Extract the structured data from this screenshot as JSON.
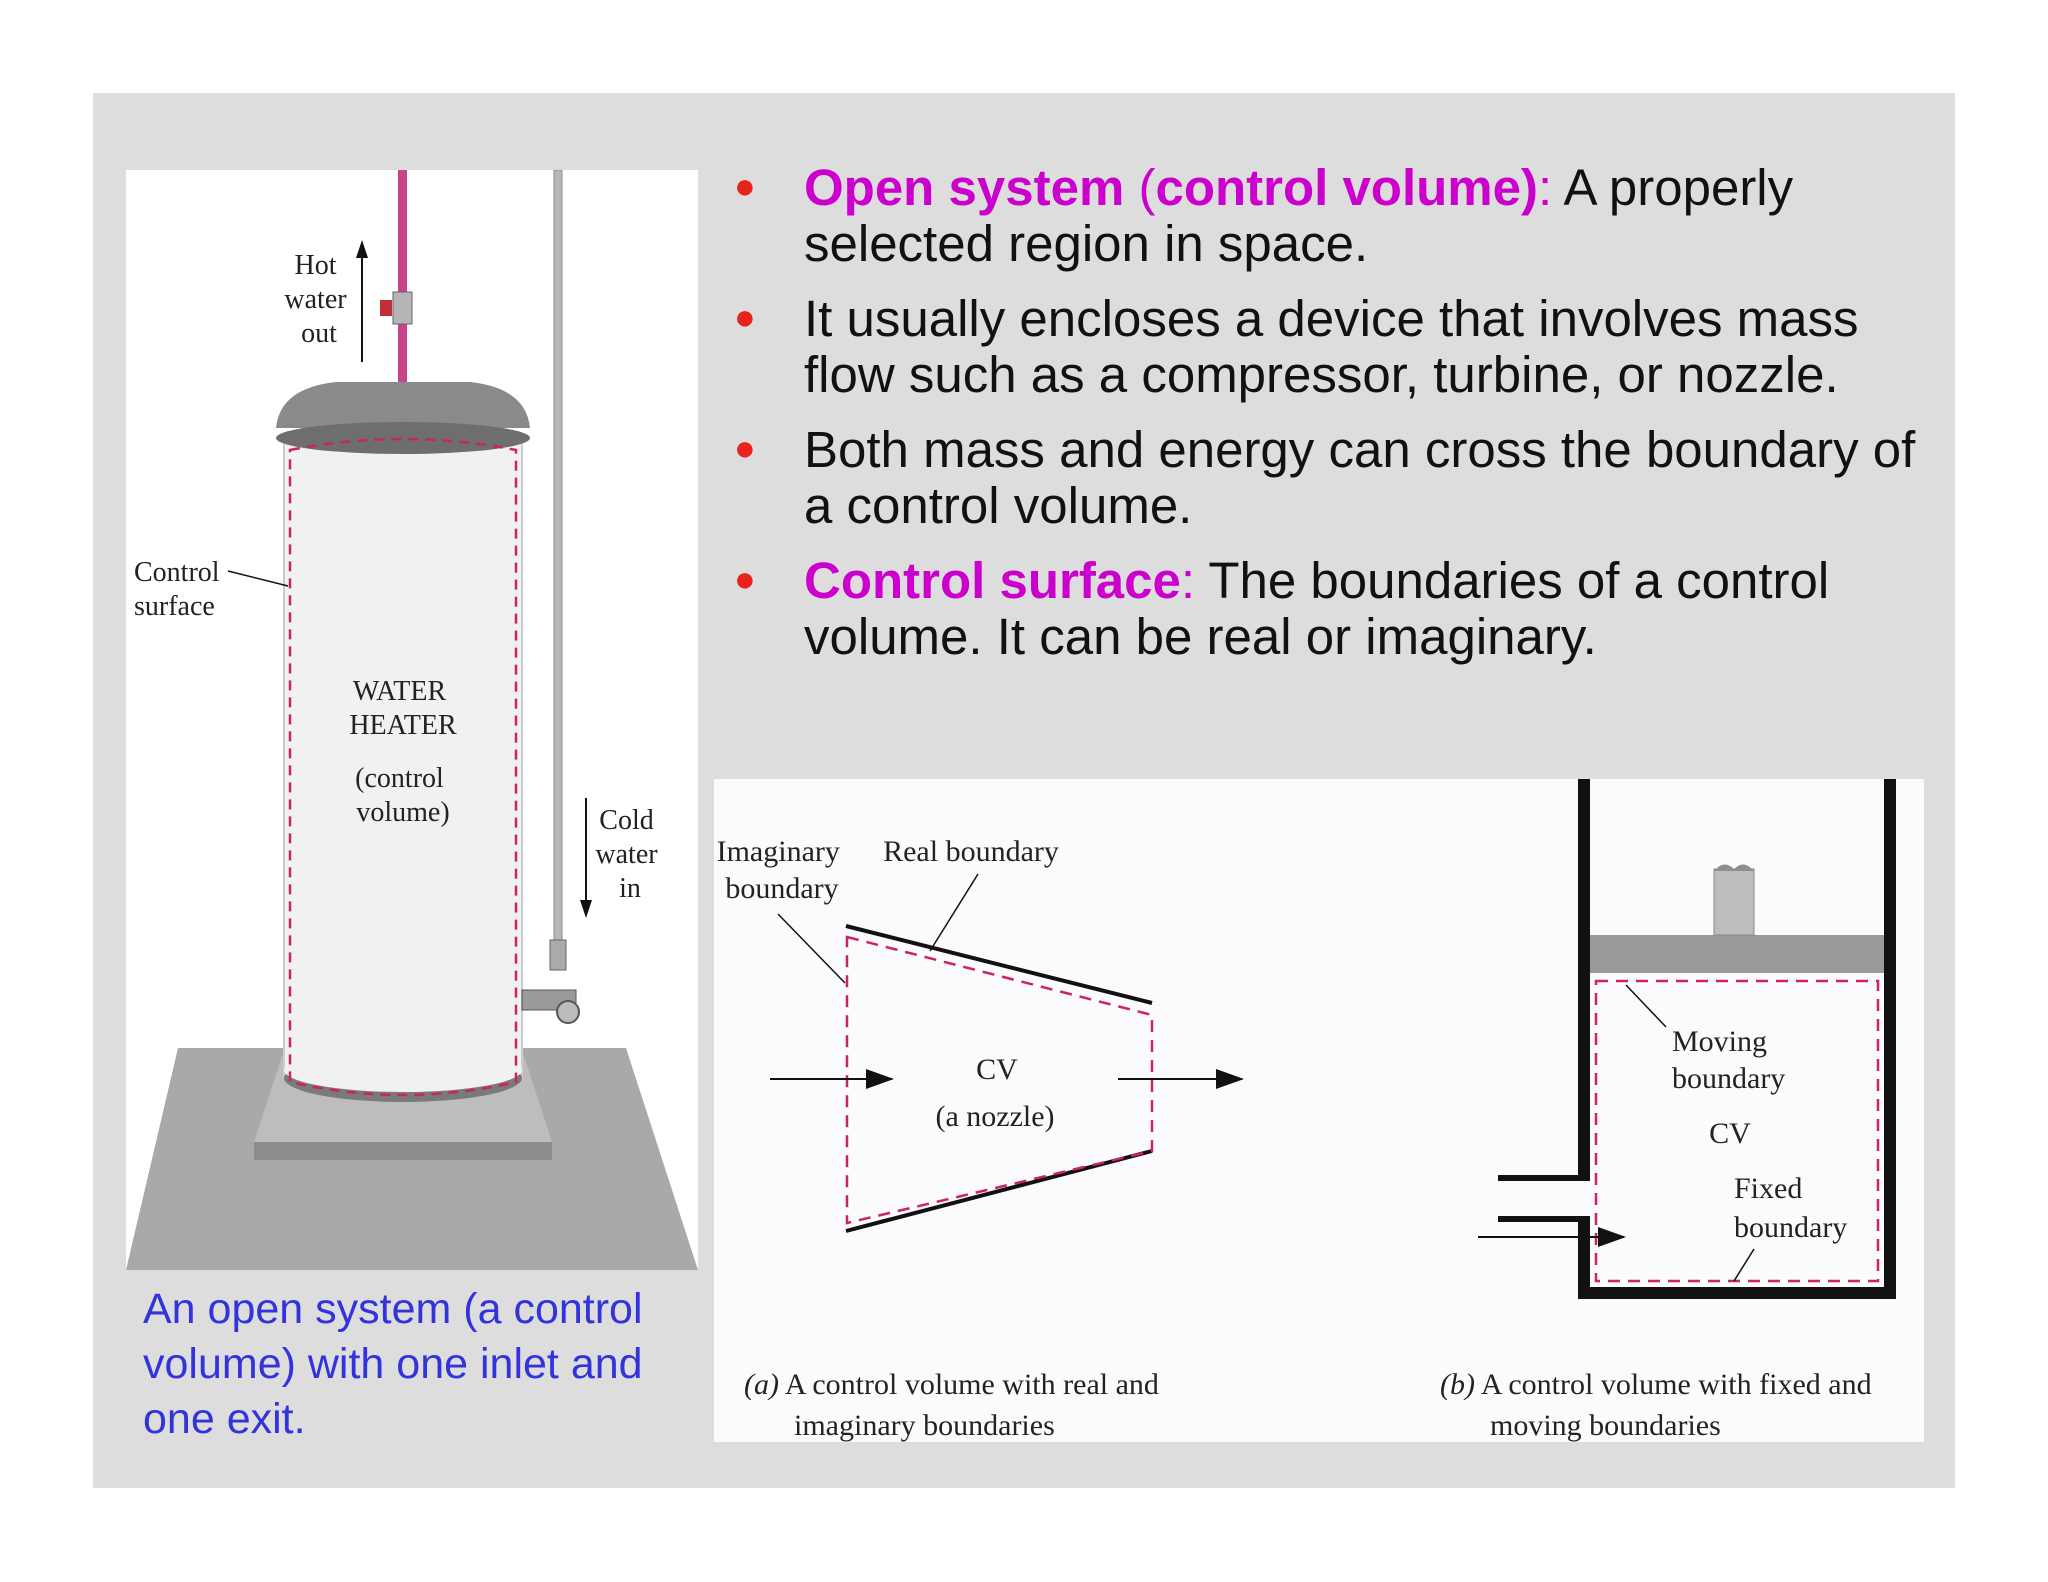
{
  "heater": {
    "hot_water_out": [
      "Hot",
      "water",
      "out"
    ],
    "cold_water_in": [
      "Cold",
      "water",
      "in"
    ],
    "control_surface": [
      "Control",
      "surface"
    ],
    "heater_title": [
      "WATER",
      "HEATER"
    ],
    "heater_sub": [
      "(control",
      "volume)"
    ],
    "caption": "An open system (a control volume) with one inlet and one exit."
  },
  "bullets": [
    {
      "term": "Open system",
      "paren_open": " (",
      "term2": "control volume)",
      "colon": ":",
      "text": " A properly selected region in space."
    },
    {
      "text": "It usually encloses a device that involves mass flow such as a compressor, turbine, or nozzle."
    },
    {
      "text": "Both mass and energy can cross the boundary of a control volume."
    },
    {
      "term": "Control surface",
      "colon": ":",
      "text": " The boundaries of a control volume. It can be real or imaginary."
    }
  ],
  "nozzle_diagram": {
    "imaginary_boundary": [
      "Imaginary",
      "boundary"
    ],
    "real_boundary": "Real boundary",
    "cv": "CV",
    "cv_sub": "(a nozzle)",
    "caption_label": "(a)",
    "caption_line1": " A control volume with real and",
    "caption_line2": "imaginary boundaries"
  },
  "piston_diagram": {
    "moving_boundary": [
      "Moving",
      "boundary"
    ],
    "cv": "CV",
    "fixed_boundary": [
      "Fixed",
      "boundary"
    ],
    "caption_label": "(b)",
    "caption_line1": " A control volume with fixed and",
    "caption_line2": "moving boundaries"
  },
  "colors": {
    "slide_bg": "#dddddd",
    "bullet": "#e8231d",
    "accent_magenta": "#cc00cc",
    "caption_blue": "#3333dd",
    "boundary_dash": "#cc2266"
  }
}
